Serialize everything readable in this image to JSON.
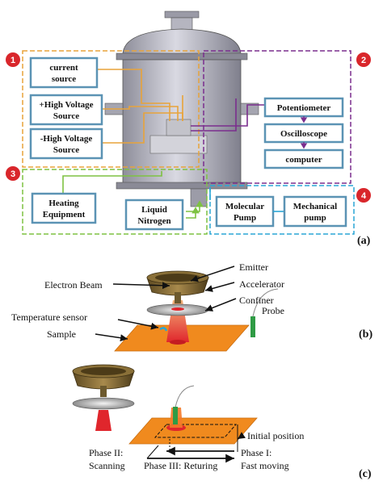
{
  "panel_a": {
    "label": "(a)",
    "badges": [
      "1",
      "2",
      "3",
      "4"
    ],
    "boxes": {
      "current_source": [
        "current",
        "source"
      ],
      "high_voltage_plus": [
        "+High Voltage",
        "Source"
      ],
      "high_voltage_minus": [
        "-High Voltage",
        "Source"
      ],
      "potentiometer": "Potentiometer",
      "oscilloscope": "Oscilloscope",
      "computer": "computer",
      "heating_equipment": [
        "Heating",
        "Equipment"
      ],
      "liquid_nitrogen": [
        "Liquid",
        "Nitrogen"
      ],
      "molecular_pump": [
        "Molecular",
        "Pump"
      ],
      "mechanical_pump": [
        "Mechanical",
        "pump"
      ]
    }
  },
  "panel_b": {
    "label": "(b)",
    "emitter": "Emitter",
    "accelerator": "Accelerator",
    "confiner": "Confiner",
    "electron_beam": "Electron Beam",
    "probe": "Probe",
    "temperature_sensor": "Temperature sensor",
    "sample": "Sample"
  },
  "panel_c": {
    "label": "(c)",
    "initial_position": "Initial position",
    "phase1": [
      "Phase I:",
      "Fast moving"
    ],
    "phase2": [
      "Phase II:",
      "Scanning"
    ],
    "phase3": "Phase III: Returing"
  },
  "colors": {
    "orange_group": "#e8a33a",
    "purple_group": "#7b2e8e",
    "green_group": "#7ec242",
    "blue_group": "#2aa6d6",
    "box_border": "#5b93b4",
    "badge": "#d9262b",
    "sample": "#f08a1e",
    "beam": "#e0262c"
  }
}
